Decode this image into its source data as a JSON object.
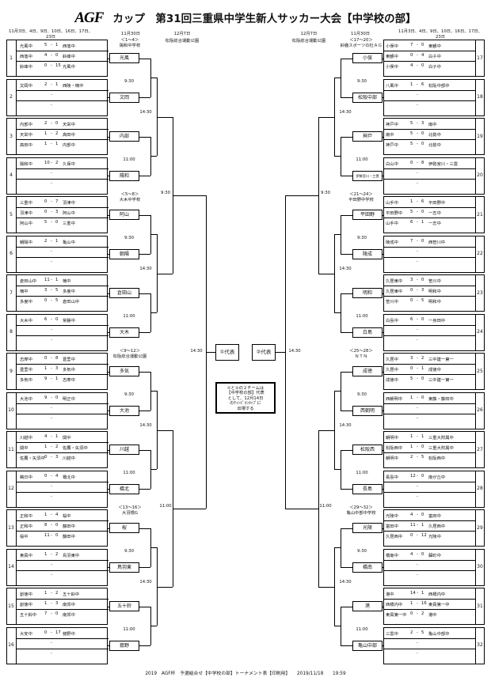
{
  "title": {
    "logo": "AGF",
    "text": "カップ　第31回三重県中学生新人サッカー大会【中学校の部】"
  },
  "headers": {
    "left_dates": "11月3日、4日、9日、10日、16日、17日、23日",
    "r1": "11月30日",
    "r2": "12月7日",
    "r2_venue": "松阪総合運動公園",
    "right_r2": "12月7日",
    "right_r2_venue": "松阪総合運動公園",
    "right_r1": "11月30日",
    "right_dates": "11月3日、4日、9日、10日、16日、17日、23日"
  },
  "left_groups": [
    {
      "num": "1",
      "rows": [
        [
          "光風中",
          "5",
          "-",
          "1",
          "西落中"
        ],
        [
          "西落中",
          "4",
          "-",
          "0",
          "鈴峰中"
        ],
        [
          "鈴峰中",
          "0",
          "-",
          "15",
          "光風中"
        ]
      ]
    },
    {
      "num": "2",
      "rows": [
        [
          "文岡中",
          "2",
          "-",
          "1",
          "西陵・楠中"
        ],
        [
          "",
          "",
          "-",
          "",
          ""
        ],
        [
          "",
          "",
          "-",
          "",
          ""
        ]
      ]
    },
    {
      "num": "3",
      "rows": [
        [
          "内部中",
          "2",
          "-",
          "0",
          "天栄中"
        ],
        [
          "天栄中",
          "1",
          "-",
          "2",
          "高田中"
        ],
        [
          "高田中",
          "1",
          "-",
          "1",
          "内部中"
        ]
      ]
    },
    {
      "num": "4",
      "rows": [
        [
          "陽和中",
          "10",
          "-",
          "2",
          "久保中"
        ],
        [
          "",
          "",
          "-",
          "",
          ""
        ],
        [
          "",
          "",
          "-",
          "",
          ""
        ]
      ]
    },
    {
      "num": "5",
      "rows": [
        [
          "三重中",
          "0",
          "-",
          "7",
          "羽津中"
        ],
        [
          "羽津中",
          "0",
          "-",
          "3",
          "阿山中"
        ],
        [
          "阿山中",
          "5",
          "-",
          "0",
          "三重中"
        ]
      ]
    },
    {
      "num": "6",
      "rows": [
        [
          "朝陽中",
          "2",
          "-",
          "1",
          "亀山中"
        ],
        [
          "",
          "",
          "-",
          "",
          ""
        ],
        [
          "",
          "",
          "-",
          "",
          ""
        ]
      ]
    },
    {
      "num": "7",
      "rows": [
        [
          "倉田山中",
          "11",
          "-",
          "1",
          "楠中"
        ],
        [
          "楠中",
          "3",
          "-",
          "5",
          "多度中"
        ],
        [
          "多度中",
          "0",
          "-",
          "5",
          "倉田山中"
        ]
      ]
    },
    {
      "num": "8",
      "rows": [
        [
          "大木中",
          "6",
          "-",
          "0",
          "常磐中"
        ],
        [
          "",
          "",
          "-",
          "",
          ""
        ],
        [
          "",
          "",
          "-",
          "",
          ""
        ]
      ]
    },
    {
      "num": "9",
      "rows": [
        [
          "志摩中",
          "0",
          "-",
          "8",
          "豊里中"
        ],
        [
          "豊里中",
          "1",
          "-",
          "3",
          "多気中"
        ],
        [
          "多気中",
          "9",
          "-",
          "1",
          "志摩中"
        ]
      ]
    },
    {
      "num": "10",
      "rows": [
        [
          "大池中",
          "9",
          "-",
          "0",
          "明正中"
        ],
        [
          "",
          "",
          "-",
          "",
          ""
        ],
        [
          "",
          "",
          "-",
          "",
          ""
        ]
      ]
    },
    {
      "num": "11",
      "rows": [
        [
          "川越中",
          "4",
          "-",
          "1",
          "関中"
        ],
        [
          "関中",
          "1",
          "-",
          "2",
          "佐鷹・矢須中"
        ],
        [
          "佐鷹・矢須中",
          "0",
          "-",
          "3",
          "川越中"
        ]
      ]
    },
    {
      "num": "12",
      "rows": [
        [
          "鵜日中",
          "0",
          "-",
          "4",
          "橋北中"
        ],
        [
          "",
          "",
          "-",
          "",
          ""
        ],
        [
          "",
          "",
          "-",
          "",
          ""
        ]
      ]
    },
    {
      "num": "13",
      "rows": [
        [
          "正和中",
          "1",
          "-",
          "4",
          "桜中"
        ],
        [
          "正和中",
          "8",
          "-",
          "0",
          "藤田中"
        ],
        [
          "桜中",
          "11",
          "-",
          "0",
          "藤田中"
        ]
      ]
    },
    {
      "num": "14",
      "rows": [
        [
          "東員中",
          "1",
          "-",
          "2",
          "鳥羽東中"
        ],
        [
          "",
          "",
          "-",
          "",
          ""
        ],
        [
          "",
          "",
          "-",
          "",
          ""
        ]
      ]
    },
    {
      "num": "15",
      "rows": [
        [
          "創徳中",
          "1",
          "-",
          "2",
          "五十鈴中"
        ],
        [
          "創徳中",
          "1",
          "-",
          "3",
          "南郊中"
        ],
        [
          "五十鈴中",
          "7",
          "-",
          "0",
          "南郊中"
        ]
      ]
    },
    {
      "num": "16",
      "rows": [
        [
          "大安中",
          "0",
          "-",
          "17",
          "菰野中"
        ],
        [
          "",
          "",
          "-",
          "",
          ""
        ],
        [
          "",
          "",
          "-",
          "",
          ""
        ]
      ]
    }
  ],
  "right_groups": [
    {
      "num": "17",
      "rows": [
        [
          "小俣中",
          "7",
          "-",
          "0",
          "東観中"
        ],
        [
          "東観中",
          "0",
          "-",
          "4",
          "白子中"
        ],
        [
          "小俣中",
          "4",
          "-",
          "0",
          "白子中"
        ]
      ]
    },
    {
      "num": "18",
      "rows": [
        [
          "八風中",
          "1",
          "-",
          "6",
          "松阪中部中"
        ],
        [
          "",
          "",
          "-",
          "",
          ""
        ],
        [
          "",
          "",
          "-",
          "",
          ""
        ]
      ]
    },
    {
      "num": "19",
      "rows": [
        [
          "神戸中",
          "5",
          "-",
          "3",
          "南中"
        ],
        [
          "南中",
          "5",
          "-",
          "0",
          "北勢中"
        ],
        [
          "神戸中",
          "5",
          "-",
          "0",
          "北勢中"
        ]
      ]
    },
    {
      "num": "20",
      "rows": [
        [
          "白山中",
          "0",
          "-",
          "8",
          "伊勢宮川・三雲"
        ],
        [
          "",
          "",
          "-",
          "",
          ""
        ],
        [
          "",
          "",
          "-",
          "",
          ""
        ]
      ]
    },
    {
      "num": "21",
      "rows": [
        [
          "山手中",
          "1",
          "-",
          "6",
          "平田野中"
        ],
        [
          "平田野中",
          "5",
          "-",
          "0",
          "一志中"
        ],
        [
          "山手中",
          "6",
          "-",
          "1",
          "一志中"
        ]
      ]
    },
    {
      "num": "22",
      "rows": [
        [
          "陵成中",
          "7",
          "-",
          "0",
          "西笹川中"
        ],
        [
          "",
          "",
          "-",
          "",
          ""
        ],
        [
          "",
          "",
          "-",
          "",
          ""
        ]
      ]
    },
    {
      "num": "23",
      "rows": [
        [
          "久居東中",
          "3",
          "-",
          "0",
          "笹川中"
        ],
        [
          "久居東中",
          "0",
          "-",
          "3",
          "明和中"
        ],
        [
          "笹川中",
          "0",
          "-",
          "5",
          "明和中"
        ]
      ]
    },
    {
      "num": "24",
      "rows": [
        [
          "白島中",
          "6",
          "-",
          "0",
          "一身田中"
        ],
        [
          "",
          "",
          "-",
          "",
          ""
        ],
        [
          "",
          "",
          "-",
          "",
          ""
        ]
      ]
    },
    {
      "num": "25",
      "rows": [
        [
          "久居中",
          "3",
          "-",
          "2",
          "三中建一第一"
        ],
        [
          "久居中",
          "0",
          "-",
          "1",
          "成徳中"
        ],
        [
          "成徳中",
          "5",
          "-",
          "0",
          "三中建一第一"
        ]
      ]
    },
    {
      "num": "26",
      "rows": [
        [
          "西朝明中",
          "1",
          "-",
          "0",
          "東藤・藤田中"
        ],
        [
          "",
          "",
          "-",
          "",
          ""
        ],
        [
          "",
          "",
          "-",
          "",
          ""
        ]
      ]
    },
    {
      "num": "27",
      "rows": [
        [
          "朝明中",
          "1",
          "-",
          "1",
          "三重大附属中"
        ],
        [
          "松阪西中",
          "1",
          "-",
          "0",
          "三重大附属中"
        ],
        [
          "朝明中",
          "2",
          "-",
          "5",
          "松阪西中"
        ]
      ]
    },
    {
      "num": "28",
      "rows": [
        [
          "長島中",
          "12",
          "-",
          "0",
          "南が丘中"
        ],
        [
          "",
          "",
          "-",
          "",
          ""
        ],
        [
          "",
          "",
          "-",
          "",
          ""
        ]
      ]
    },
    {
      "num": "29",
      "rows": [
        [
          "光陵中",
          "4",
          "-",
          "0",
          "富田中"
        ],
        [
          "富田中",
          "11",
          "-",
          "1",
          "久居西中"
        ],
        [
          "久居西中",
          "0",
          "-",
          "12",
          "光陵中"
        ]
      ]
    },
    {
      "num": "30",
      "rows": [
        [
          "橋南中",
          "4",
          "-",
          "0",
          "蘇町中"
        ],
        [
          "",
          "",
          "-",
          "",
          ""
        ],
        [
          "",
          "",
          "-",
          "",
          ""
        ]
      ]
    },
    {
      "num": "31",
      "rows": [
        [
          "港中",
          "14",
          "-",
          "1",
          "西橋内中"
        ],
        [
          "西橋内中",
          "1",
          "-",
          "16",
          "東員第一中"
        ],
        [
          "東員第一中",
          "0",
          "-",
          "2",
          "港中"
        ]
      ]
    },
    {
      "num": "32",
      "rows": [
        [
          "三雲中",
          "2",
          "-",
          "5",
          "亀山中部中"
        ],
        [
          "",
          "",
          "-",
          "",
          ""
        ],
        [
          "",
          "",
          "-",
          "",
          ""
        ]
      ]
    }
  ],
  "left_r1_winners": [
    "光風",
    "文岡",
    "内部",
    "陽和",
    "阿山",
    "朝陽",
    "倉田山",
    "大木",
    "多気",
    "大池",
    "川越",
    "橋北",
    "桜",
    "鳥羽東",
    "五十鈴",
    "菰野"
  ],
  "right_r1_winners": [
    "小俣",
    "松阪中部",
    "神戸",
    "伊勢宮川・三雲",
    "平田野",
    "陵成",
    "明和",
    "白島",
    "成徳",
    "西朝明",
    "松阪西",
    "長島",
    "光陵",
    "橋南",
    "港",
    "亀山中部"
  ],
  "left_blocks": [
    {
      "range": "＜1〜4＞",
      "venue": "陽和中学校"
    },
    {
      "range": "＜5〜8＞",
      "venue": "大木中学校"
    },
    {
      "range": "＜9〜12＞",
      "venue": "松阪総合運動公園"
    },
    {
      "range": "＜13〜16＞",
      "venue": "大羽根G"
    }
  ],
  "right_blocks": [
    {
      "range": "＜17〜20＞",
      "venue": "鈴鹿スポーツの杜ＡＧ"
    },
    {
      "range": "＜21〜24＞",
      "venue": "平田野中学校"
    },
    {
      "range": "＜25〜28＞",
      "venue": "ＮＴＮ"
    },
    {
      "range": "＜29〜32＞",
      "venue": "亀山中部中学校"
    }
  ],
  "times": {
    "t930": "9:30",
    "t1100": "11:00",
    "t1430": "14:30"
  },
  "finals": {
    "left": "①代表",
    "right": "②代表"
  },
  "note": [
    "①と②の２チームは",
    "【中学校の部】代表",
    "として、12月14日",
    "のﾁｬﾝﾋﾟｵﾝｶｯﾌﾟに",
    "出場する"
  ],
  "footer": "2019　AGF杯　予選組合せ【中学校の部】トーナメント表【印刷用】　　2019/11/18　　19:59"
}
